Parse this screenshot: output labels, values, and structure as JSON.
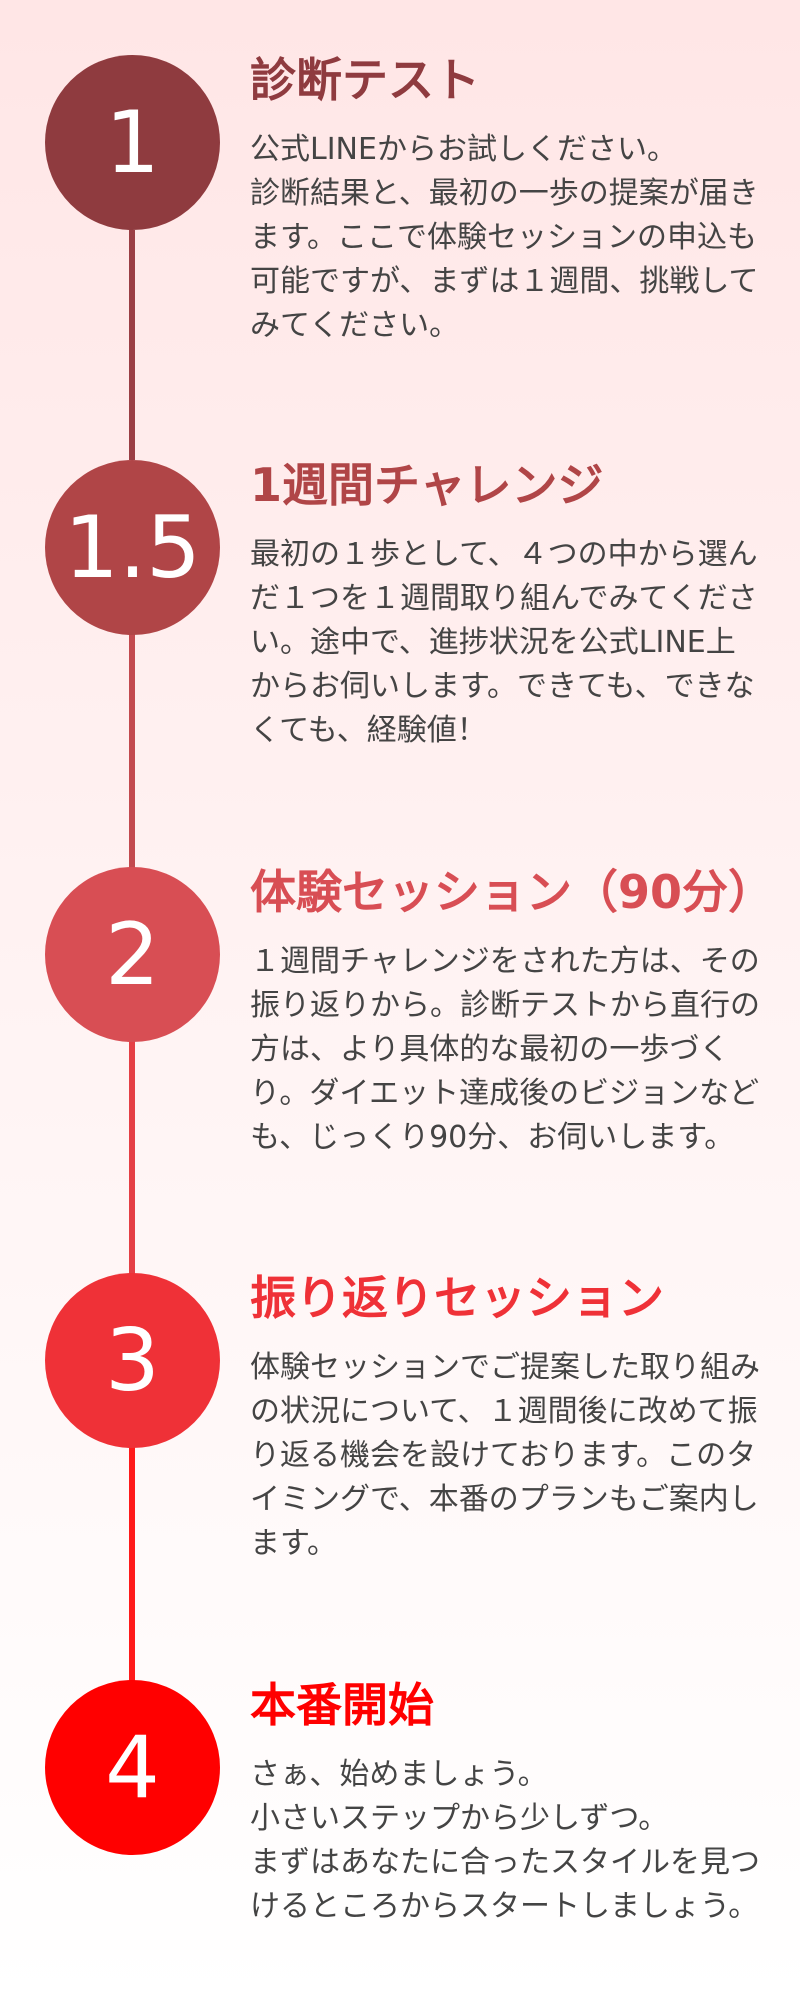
{
  "steps": [
    {
      "number": "1",
      "title": "診断テスト",
      "description": "公式LINEからお試しください。\n診断結果と、最初の一歩の提案が届きます。ここで体験セッションの申込も可能ですが、まずは１週間、挑戦してみてください。"
    },
    {
      "number": "1.5",
      "title": "1週間チャレンジ",
      "description": "最初の１歩として、４つの中から選んだ１つを１週間取り組んでみてください。途中で、進捗状況を公式LINE上からお伺いします。できても、できなくても、経験値！"
    },
    {
      "number": "2",
      "title": "体験セッション（90分）",
      "description": "１週間チャレンジをされた方は、その振り返りから。診断テストから直行の方は、より具体的な最初の一歩づくり。ダイエット達成後のビジョンなども、じっくり90分、お伺いします。"
    },
    {
      "number": "3",
      "title": "振り返りセッション",
      "description": "体験セッションでご提案した取り組みの状況について、１週間後に改めて振り返る機会を設けております。このタイミングで、本番のプランもご案内します。"
    },
    {
      "number": "4",
      "title": "本番開始",
      "description": "さぁ、始めましょう。\n小さいステップから少しずつ。\nまずはあなたに合ったスタイルを見つけるところからスタートしましょう。"
    }
  ],
  "colors": {
    "step1": "#8f3b3f",
    "step1_5": "#b04547",
    "step2": "#d84e54",
    "step3": "#ef3137",
    "step4": "#ff0000"
  }
}
